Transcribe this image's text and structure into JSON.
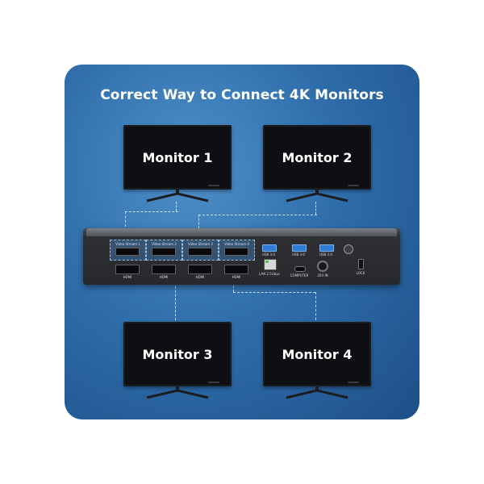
{
  "title": "Correct Way to Connect 4K Monitors",
  "monitors": [
    {
      "label": "Monitor 1"
    },
    {
      "label": "Monitor 2"
    },
    {
      "label": "Monitor 3"
    },
    {
      "label": "Monitor 4"
    }
  ],
  "dock": {
    "port_boxes": [
      "Video Stream 1",
      "Video Stream 2",
      "Video Stream 3",
      "Video Stream 4"
    ],
    "port_captions": [
      "HDMI",
      "HDMI",
      "HDMI",
      "HDMI"
    ],
    "usb_caption": "USB 3.0",
    "lan_caption": "LAN 2.5Gbps",
    "computer_caption": "COMPUTER",
    "power_caption": "20V IN",
    "lock_caption": "LOCK"
  },
  "colors": {
    "card_background": "#2f6eab",
    "port_highlight": "#4d97dc",
    "usb_port": "#2f7cd6"
  }
}
